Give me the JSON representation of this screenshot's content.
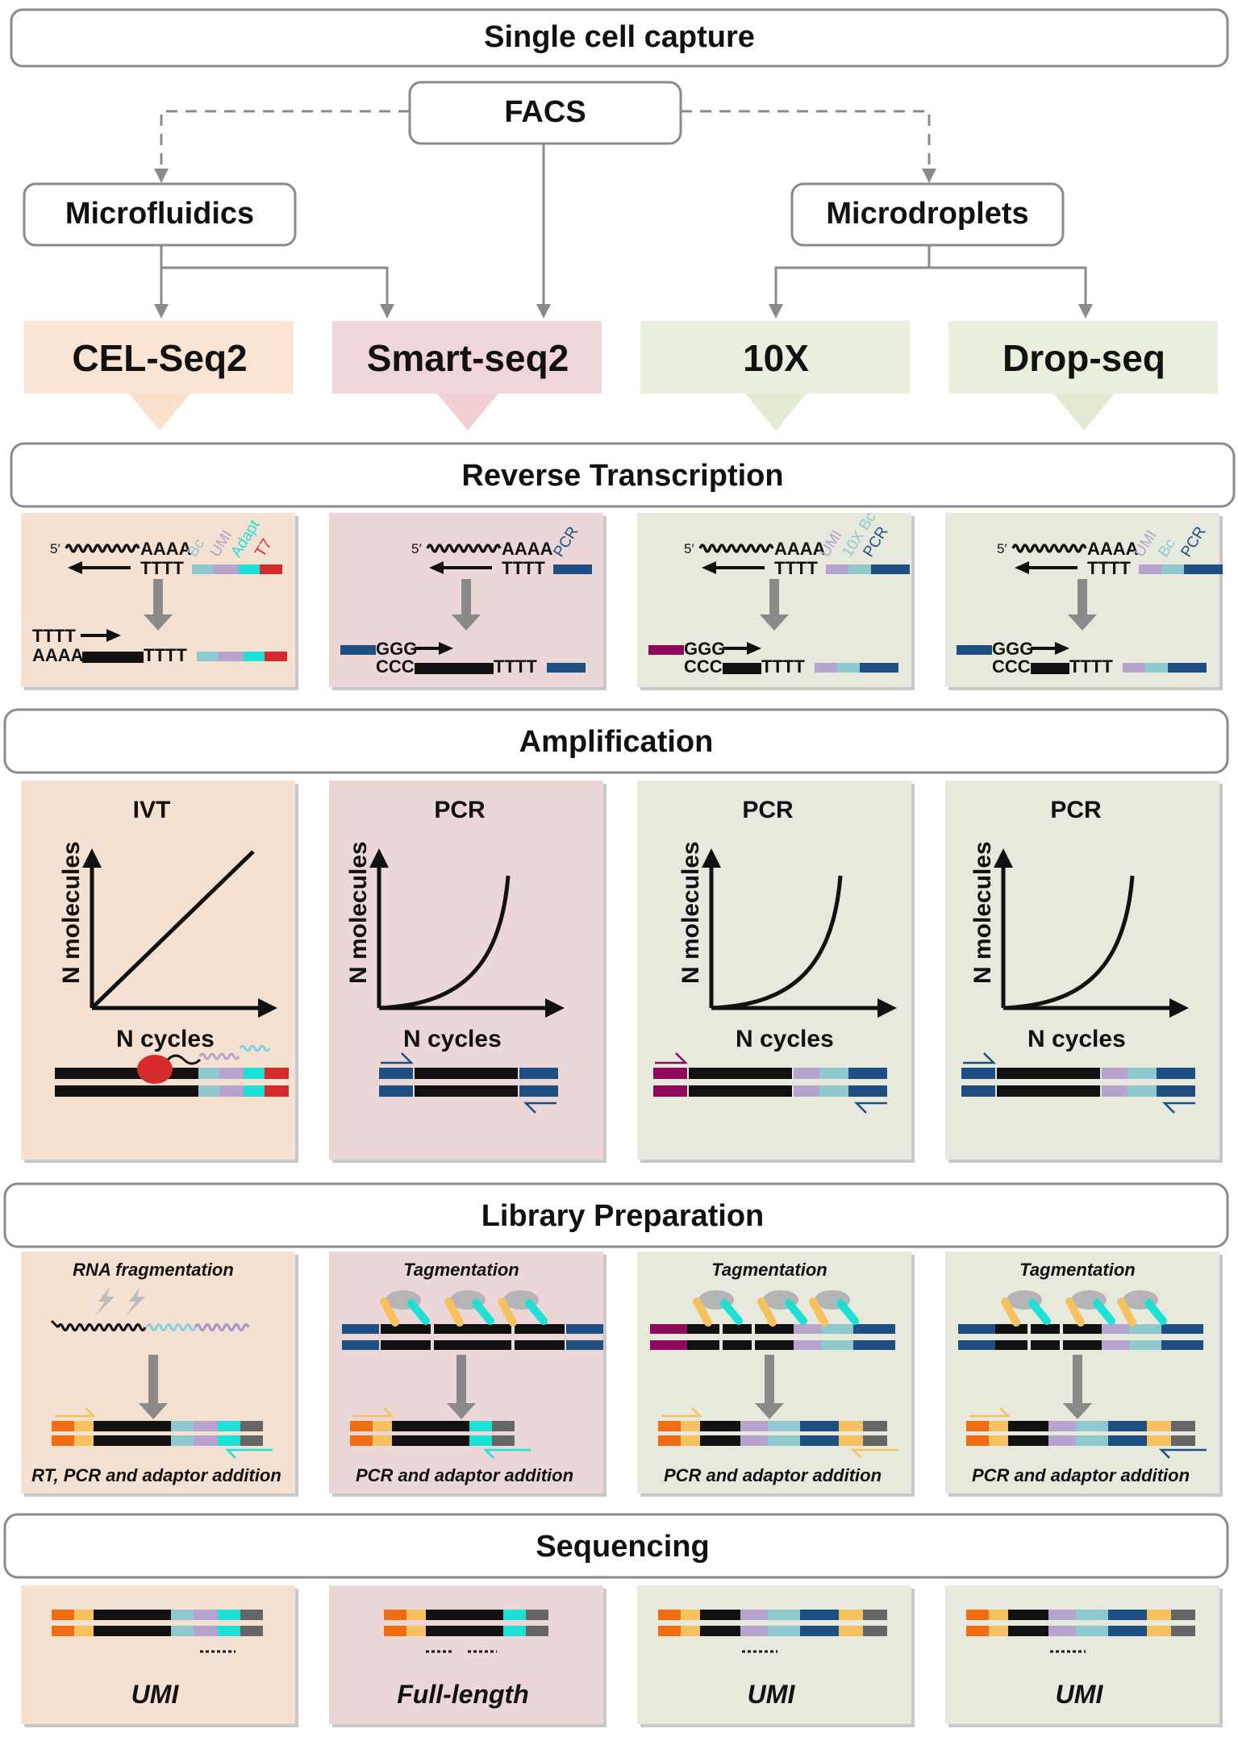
{
  "headers": {
    "capture": "Single cell capture",
    "facs": "FACS",
    "microfluidics": "Microfluidics",
    "microdroplets": "Microdroplets",
    "rt": "Reverse Transcription",
    "amp": "Amplification",
    "lib": "Library Preparation",
    "seq": "Sequencing"
  },
  "methods": [
    {
      "name": "CEL-Seq2",
      "color": "#fae5d5",
      "panel": "#f5e1d2",
      "arrow": "#fbe0cc",
      "rt": {
        "seq5": "5′",
        "polyA": "AAAA",
        "polyT": "TTTT",
        "labels": [
          "Bc",
          "UMI",
          "Adapt",
          "T7"
        ],
        "bottom_l1": "TTTT",
        "bottom_l2": "AAAA",
        "bottom_t": "TTTT"
      },
      "amp": {
        "title": "IVT",
        "ylabel": "N molecules",
        "xlabel": "N cycles",
        "curve": "linear"
      },
      "lib": {
        "title": "RNA fragmentation",
        "caption": "RT, PCR and adaptor addition"
      },
      "seq": {
        "caption": "UMI"
      }
    },
    {
      "name": "Smart-seq2",
      "color": "#f1d6d9",
      "panel": "#ebd7d8",
      "arrow": "#f2cfd3",
      "rt": {
        "seq5": "5′",
        "polyA": "AAAA",
        "polyT": "TTTT",
        "labels": [
          "PCR"
        ],
        "bottom_l1": "GGG",
        "bottom_l2": "CCC",
        "bottom_t": "TTTT"
      },
      "amp": {
        "title": "PCR",
        "ylabel": "N molecules",
        "xlabel": "N cycles",
        "curve": "exp"
      },
      "lib": {
        "title": "Tagmentation",
        "caption": "PCR and adaptor addition"
      },
      "seq": {
        "caption": "Full-length"
      }
    },
    {
      "name": "10X",
      "color": "#e8efdc",
      "panel": "#e6e9dc",
      "arrow": "#e3ecd3",
      "rt": {
        "seq5": "5′",
        "polyA": "AAAA",
        "polyT": "TTTT",
        "labels": [
          "UMI",
          "10X Bc",
          "PCR"
        ],
        "bottom_l1": "GGG",
        "bottom_l2": "CCC",
        "bottom_t": "TTTT"
      },
      "amp": {
        "title": "PCR",
        "ylabel": "N molecules",
        "xlabel": "N cycles",
        "curve": "exp"
      },
      "lib": {
        "title": "Tagmentation",
        "caption": "PCR and adaptor addition"
      },
      "seq": {
        "caption": "UMI"
      }
    },
    {
      "name": "Drop-seq",
      "color": "#e8efdc",
      "panel": "#e6e9dc",
      "arrow": "#e3ecd3",
      "rt": {
        "seq5": "5′",
        "polyA": "AAAA",
        "polyT": "TTTT",
        "labels": [
          "UMI",
          "Bc",
          "PCR"
        ],
        "bottom_l1": "GGG",
        "bottom_l2": "CCC",
        "bottom_t": "TTTT"
      },
      "amp": {
        "title": "PCR",
        "ylabel": "N molecules",
        "xlabel": "N cycles",
        "curve": "exp"
      },
      "lib": {
        "title": "Tagmentation",
        "caption": "PCR and adaptor addition"
      },
      "seq": {
        "caption": "UMI"
      }
    }
  ],
  "colors": {
    "bc": "#8fc9d0",
    "umi": "#b6a4cf",
    "adapt": "#1de0d6",
    "t7": "#d52b2b",
    "pcr": "#1f4e82",
    "tso_10x": "#8d0a5c",
    "orange": "#f26c12",
    "yellow": "#f7c15f",
    "grey_end": "#666666",
    "frag_blue": "#8ad0e0",
    "frag_purple": "#a994c9",
    "connector": "#8a8a8a",
    "box_border": "#8a8a8a"
  }
}
